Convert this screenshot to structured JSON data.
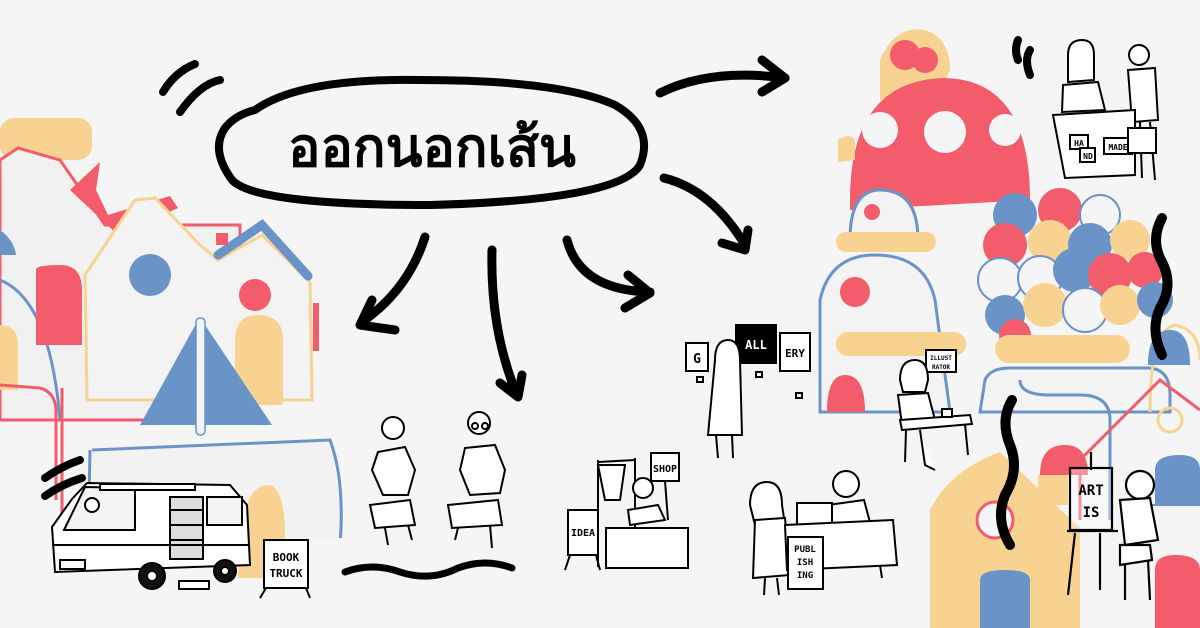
{
  "title": "ออกนอกเส้น",
  "colors": {
    "background": "#f6f5f6",
    "red": "#f25c6b",
    "blue": "#6a93c8",
    "yellow": "#f8d290",
    "ink": "#000000"
  },
  "scenes": [
    {
      "id": "book-truck",
      "sign_lines": [
        "BOOK",
        "TRUCK"
      ]
    },
    {
      "id": "talk",
      "sign_lines": []
    },
    {
      "id": "shop",
      "sign_lines": [
        "SHOP"
      ],
      "board_lines": [
        "IDEA"
      ]
    },
    {
      "id": "gallery",
      "frames": [
        "G",
        "ALL",
        "ERY"
      ]
    },
    {
      "id": "publishing",
      "sign_lines": [
        "PUBL",
        "ISH",
        "ING"
      ]
    },
    {
      "id": "illustrator",
      "sign_lines": [
        "ILLUST",
        "RATOR"
      ]
    },
    {
      "id": "handmade",
      "tags": [
        "HA",
        "ND",
        "MADE"
      ]
    },
    {
      "id": "artist",
      "canvas_lines": [
        "ART",
        "IS"
      ]
    }
  ]
}
